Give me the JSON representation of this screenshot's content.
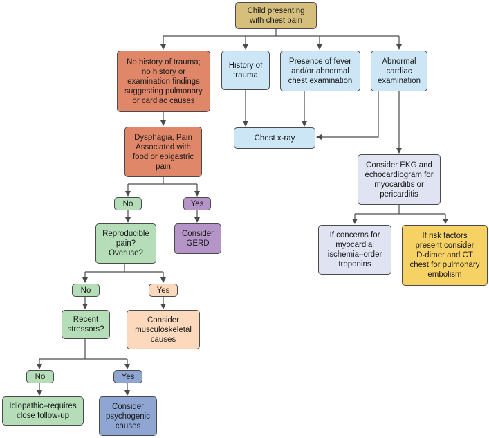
{
  "colors": {
    "tan": "#d6be7c",
    "salmon": "#e0876a",
    "light_blue": "#cce6f6",
    "green": "#b4ddb8",
    "purple": "#b595c8",
    "peach": "#fcd9bd",
    "steel_blue": "#8ea6d1",
    "lavender": "#dfe3f2",
    "yellow": "#f6d163",
    "line": "#4a4a4a"
  },
  "nodes": {
    "start": "Child presenting\nwith chest pain",
    "no_trauma": "No history of trauma;\nno history or\nexamination findings\nsuggesting pulmonary\nor cardiac causes",
    "history_trauma": "History of\ntrauma",
    "fever": "Presence of fever\nand/or abnormal\nchest examination",
    "abnormal_cardiac": "Abnormal\ncardiac\nexamination",
    "chest_xray": "Chest x-ray",
    "dysphagia": "Dysphagia, Pain\nAssociated with\nfood or epigastric\npain",
    "ekg": "Consider EKG and\nechocardiogram for\nmyocarditis or\npericarditis",
    "no1": "No",
    "yes1": "Yes",
    "gerd": "Consider\nGERD",
    "reproducible": "Reproducible\npain?\nOveruse?",
    "ischemia": "If concerns for\nmyocardial\nischemia–order\ntroponins",
    "risk_factors": "If risk factors\npresent consider\nD-dimer and CT\nchest for pulmonary\nembolism",
    "no2": "No",
    "yes2": "Yes",
    "stressors": "Recent\nstressors?",
    "musculoskeletal": "Consider\nmusculoskeletal\ncauses",
    "no3": "No",
    "yes3": "Yes",
    "idiopathic": "Idiopathic–requires\nclose follow-up",
    "psychogenic": "Consider\npsychogenic\ncauses"
  }
}
